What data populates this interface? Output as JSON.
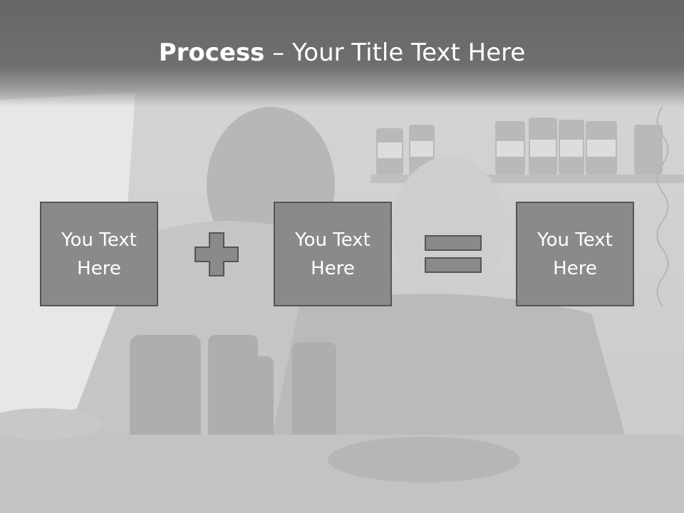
{
  "slide": {
    "title_bold": "Process",
    "title_rest": " – Your Title Text Here"
  },
  "boxes": [
    {
      "text": "You Text Here"
    },
    {
      "text": "You Text Here"
    },
    {
      "text": "You Text Here"
    }
  ],
  "operators": [
    "plus",
    "equals"
  ],
  "colors": {
    "title_bar": "#666666",
    "box_fill": "#8a8a8a",
    "box_border": "#555555",
    "operator_fill": "#8a8a8a",
    "text": "#ffffff"
  }
}
